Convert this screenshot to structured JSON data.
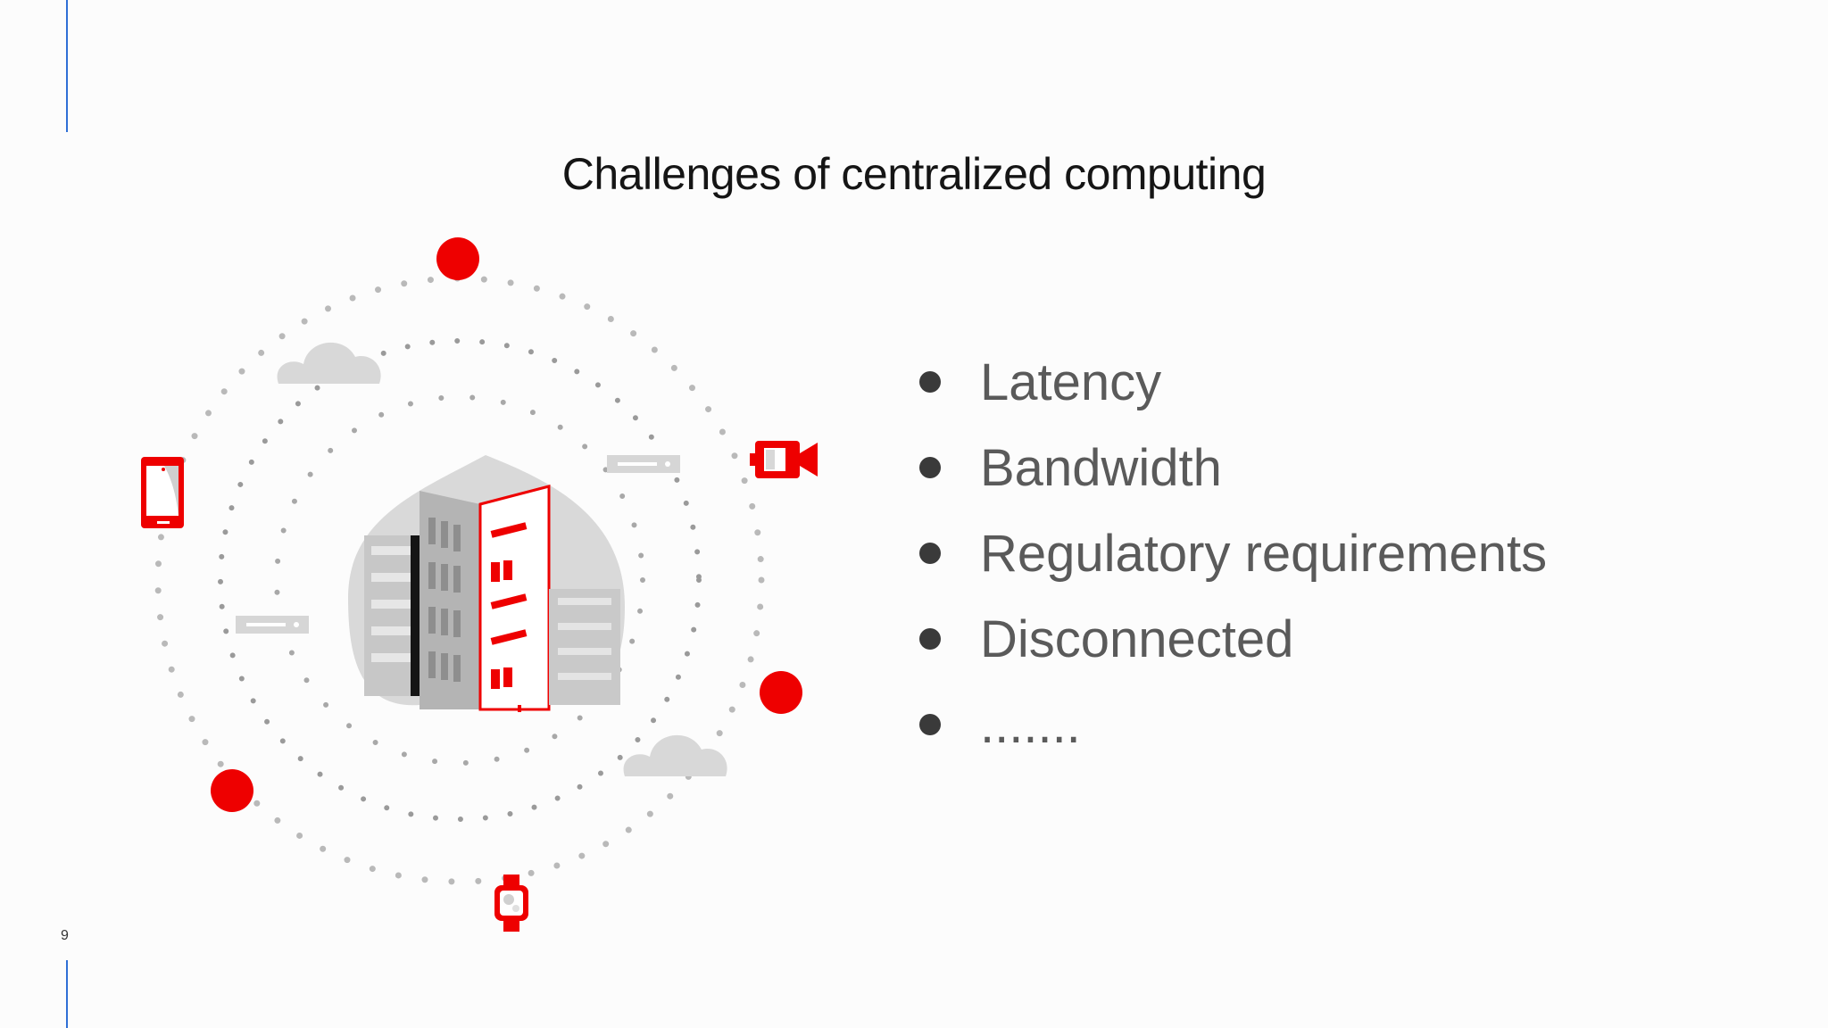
{
  "slide": {
    "title": "Challenges of centralized computing",
    "page_number": "9",
    "accent_color": "#2f6fd6",
    "brand_red": "#ee0000"
  },
  "bullets": [
    {
      "text": "Latency"
    },
    {
      "text": "Bandwidth"
    },
    {
      "text": "Regulatory requirements"
    },
    {
      "text": "Disconnected"
    },
    {
      "text": "......."
    }
  ],
  "illustration": {
    "icons": [
      "cloud-icon",
      "mobile-phone-icon",
      "video-camera-icon",
      "smartwatch-icon",
      "server-rack-icon",
      "city-buildings-icon"
    ]
  }
}
